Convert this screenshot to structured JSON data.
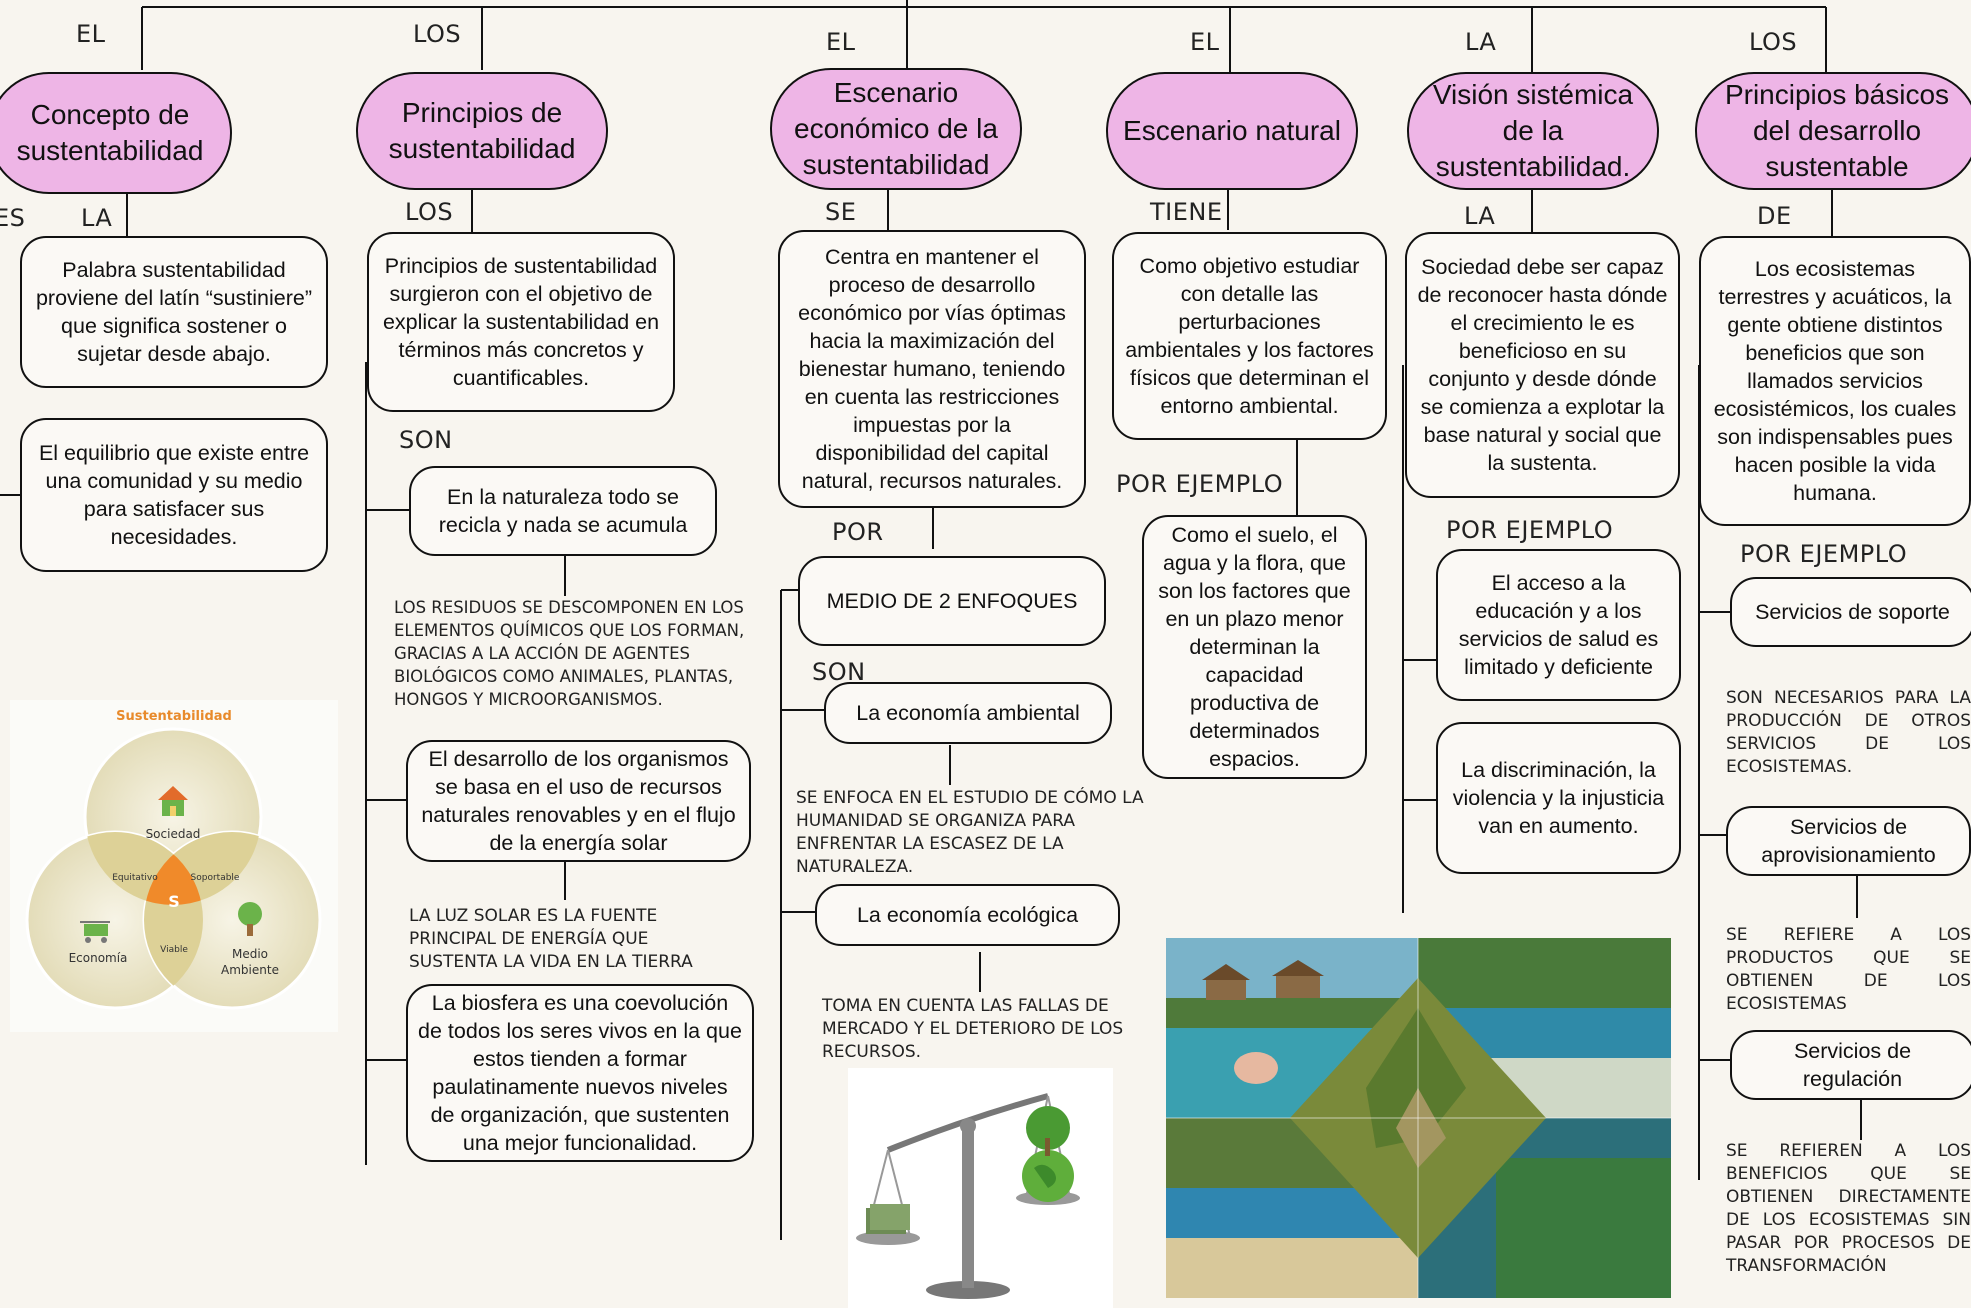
{
  "connectors": {
    "el_1": "EL",
    "los_1": "LOS",
    "el_2": "EL",
    "el_3": "EL",
    "la_1": "LA",
    "los_2": "LOS",
    "es_left": "ES",
    "la_2": "LA",
    "los_3": "LOS",
    "se_1": "SE",
    "tiene": "TIENE",
    "la_3": "LA",
    "de_1": "DE",
    "son_1": "SON",
    "son_2": "SON",
    "por": "POR",
    "por_ejemplo_1": "POR EJEMPLO",
    "por_ejemplo_2": "POR EJEMPLO",
    "por_ejemplo_3": "POR EJEMPLO"
  },
  "topics": {
    "concepto": "Concepto de sustentabilidad",
    "principios": "Principios de sustentabilidad",
    "escenario_economico": "Escenario económico de la sustentabilidad",
    "escenario_natural": "Escenario natural",
    "vision_sistemica": "Visión sistémica de la sustentabilidad.",
    "principios_basicos": "Principios básicos del desarrollo sustentable"
  },
  "boxes": {
    "palabra": "Palabra sustentabilidad proviene del latín “sustiniere” que significa sostener o sujetar desde abajo.",
    "equilibrio": "El equilibrio que existe entre una comunidad y su medio para satisfacer sus necesidades.",
    "principios_surgieron": "Principios de sustentabilidad surgieron con el objetivo de explicar la sustentabilidad en términos más concretos y cuantificables.",
    "naturaleza": "En la naturaleza todo se recicla y nada se acumula",
    "organismos": "El desarrollo de los organismos se basa en el uso de recursos naturales renovables y en el flujo de la energía solar",
    "biosfera": "La biosfera es una coevolución de todos los seres vivos en la que estos tienden a formar paulatinamente nuevos niveles de organización, que sustenten una mejor funcionalidad.",
    "centra": "Centra en mantener el proceso de desarrollo económico por vías óptimas hacia la maximización del bienestar humano, teniendo en cuenta las restricciones impuestas por la disponibilidad del capital natural, recursos naturales.",
    "medio": "MEDIO DE 2 ENFOQUES",
    "economia_ambiental": "La economía ambiental",
    "economia_ecologica": "La economía ecológica",
    "objetivo": "Como objetivo estudiar con detalle las perturbaciones ambientales y los factores físicos que determinan el entorno ambiental.",
    "suelo": "Como el suelo, el agua y la flora, que son los factores que en un plazo menor determinan la capacidad productiva de determinados espacios.",
    "sociedad": "Sociedad debe ser capaz de reconocer hasta dónde el crecimiento le es beneficioso en su conjunto y desde dónde se comienza a explotar la base natural y social que la sustenta.",
    "acceso": "El acceso a la educación y a los servicios de salud es limitado y deficiente",
    "discriminacion": "La discriminación, la violencia y la injusticia van en aumento.",
    "ecosistemas": "Los ecosistemas terrestres y acuáticos, la gente obtiene distintos beneficios que son llamados servicios ecosistémicos, los cuales son indispensables pues hacen posible la vida humana.",
    "soporte": "Servicios de soporte",
    "aprovisionamiento": "Servicios de aprovisionamiento",
    "regulacion": "Servicios de regulación"
  },
  "notes": {
    "residuos": "LOS RESIDUOS SE DESCOMPONEN EN LOS ELEMENTOS QUÍMICOS QUE LOS FORMAN, GRACIAS A LA ACCIÓN DE AGENTES BIOLÓGICOS COMO ANIMALES, PLANTAS, HONGOS Y MICROORGANISMOS.",
    "luz_solar": "LA LUZ SOLAR ES LA FUENTE PRINCIPAL DE ENERGÍA QUE SUSTENTA LA VIDA EN LA TIERRA",
    "enfoca": "SE ENFOCA EN EL ESTUDIO DE CÓMO LA HUMANIDAD SE ORGANIZA PARA ENFRENTAR LA ESCASEZ DE LA NATURALEZA.",
    "toma": "TOMA EN CUENTA LAS FALLAS DE MERCADO Y EL DETERIORO DE LOS RECURSOS.",
    "son_necesarios": "SON NECESARIOS PARA LA PRODUCCIÓN DE OTROS SERVICIOS DE LOS ECOSISTEMAS.",
    "se_refiere": "SE REFIERE A LOS PRODUCTOS QUE SE OBTIENEN DE LOS ECOSISTEMAS",
    "se_refieren": "SE REFIEREN A LOS BENEFICIOS QUE SE OBTIENEN DIRECTAMENTE DE LOS ECOSISTEMAS SIN PASAR POR PROCESOS DE TRANSFORMACIÓN"
  },
  "venn": {
    "title": "Sustentabilidad",
    "sociedad": "Sociedad",
    "economia": "Economía",
    "medio_ambiente_1": "Medio",
    "medio_ambiente_2": "Ambiente",
    "equitativo": "Equitativo",
    "soportable": "Soportable",
    "viable": "Viable",
    "center": "S",
    "colors": {
      "circle": "#ece6c6",
      "overlap": "#ded39a",
      "center": "#f08a2a",
      "title": "#e88a2b"
    }
  },
  "colors": {
    "pill": "#eeb5e6",
    "background": "#f8f5ef"
  }
}
